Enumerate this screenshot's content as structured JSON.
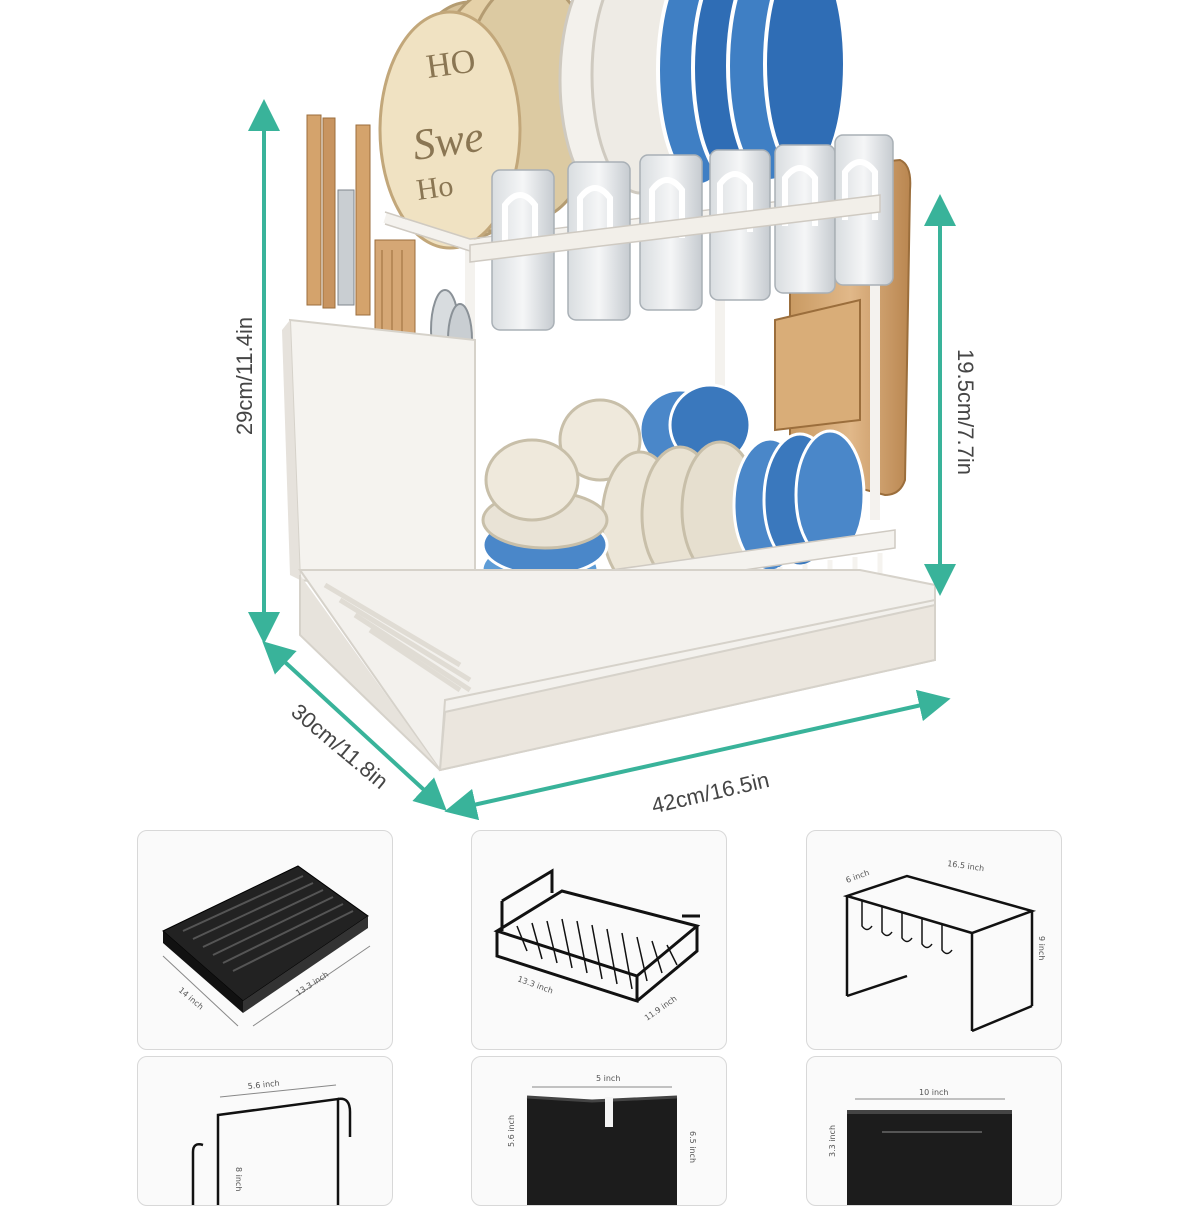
{
  "accent_color": "#39b39a",
  "dimensions": {
    "total_height": "29cm/11.4in",
    "inner_height": "19.5cm/7.7in",
    "depth": "30cm/11.8in",
    "width": "42cm/16.5in"
  },
  "plate_text": {
    "line1": "HO",
    "line2": "Swe",
    "line3": "Ho"
  },
  "components": {
    "drip_tray": {
      "width": "14 inch",
      "length": "13.3 inch"
    },
    "lower_rack": {
      "length": "13.3 inch",
      "width": "11.9 inch"
    },
    "upper_rack": {
      "depth": "6 inch",
      "length": "16.5 inch",
      "height": "9 inch"
    },
    "cutting_board_holder": {
      "width": "5.6 inch",
      "height": "8 inch"
    },
    "utensil_holder": {
      "width": "5 inch",
      "height_left": "5.6 inch",
      "height_right": "6.5 inch"
    },
    "cup_holder": {
      "width": "10 inch",
      "height": "3.3 inch"
    }
  }
}
